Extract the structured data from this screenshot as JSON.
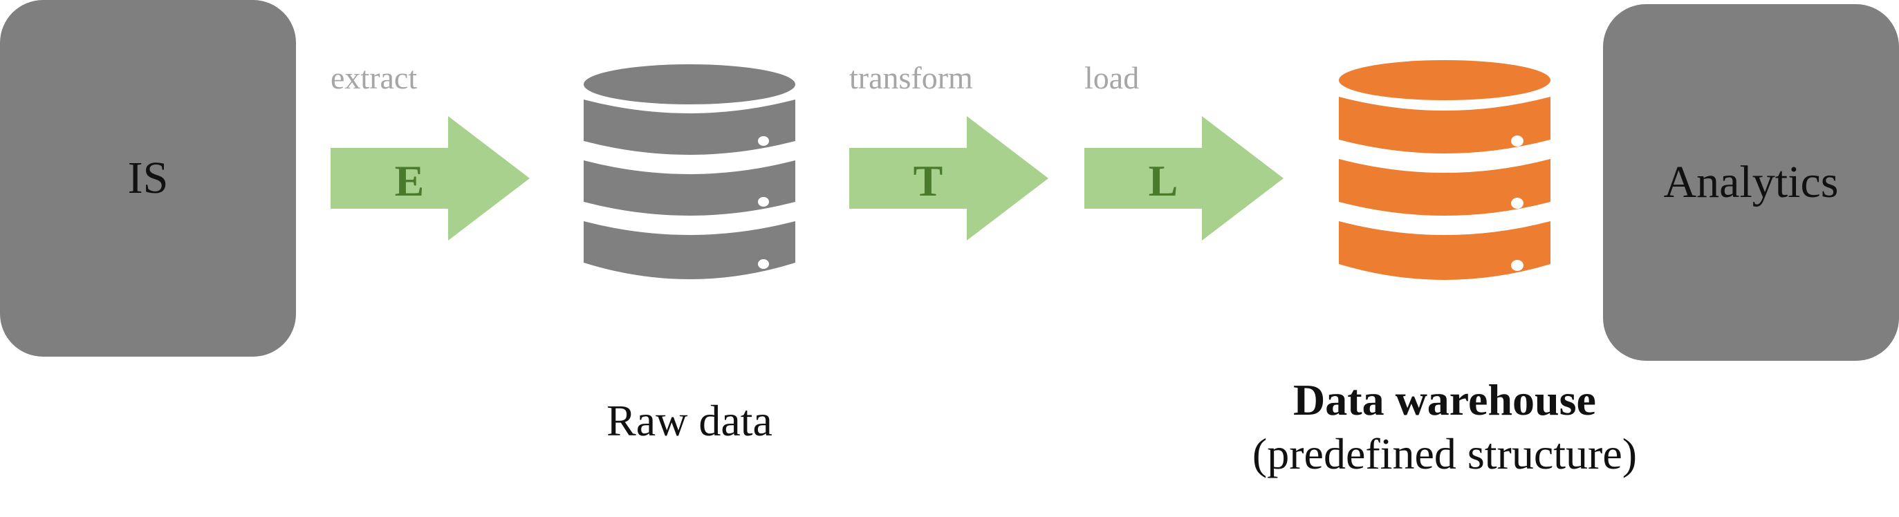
{
  "sources": {
    "left_box_label": "IS",
    "right_box_label": "Analytics"
  },
  "steps": [
    {
      "label": "extract",
      "letter": "E"
    },
    {
      "label": "transform",
      "letter": "T"
    },
    {
      "label": "load",
      "letter": "L"
    }
  ],
  "stores": {
    "raw": {
      "caption": "Raw data"
    },
    "warehouse": {
      "caption_bold": "Data warehouse",
      "caption_sub": "(predefined structure)"
    }
  },
  "colors": {
    "box": "#7f7f7f",
    "raw_db": "#808080",
    "warehouse_db": "#ed7d31",
    "arrow": "#a9d18e",
    "arrow_letter": "#4a7a2c",
    "step_label": "#a6a6a6"
  }
}
